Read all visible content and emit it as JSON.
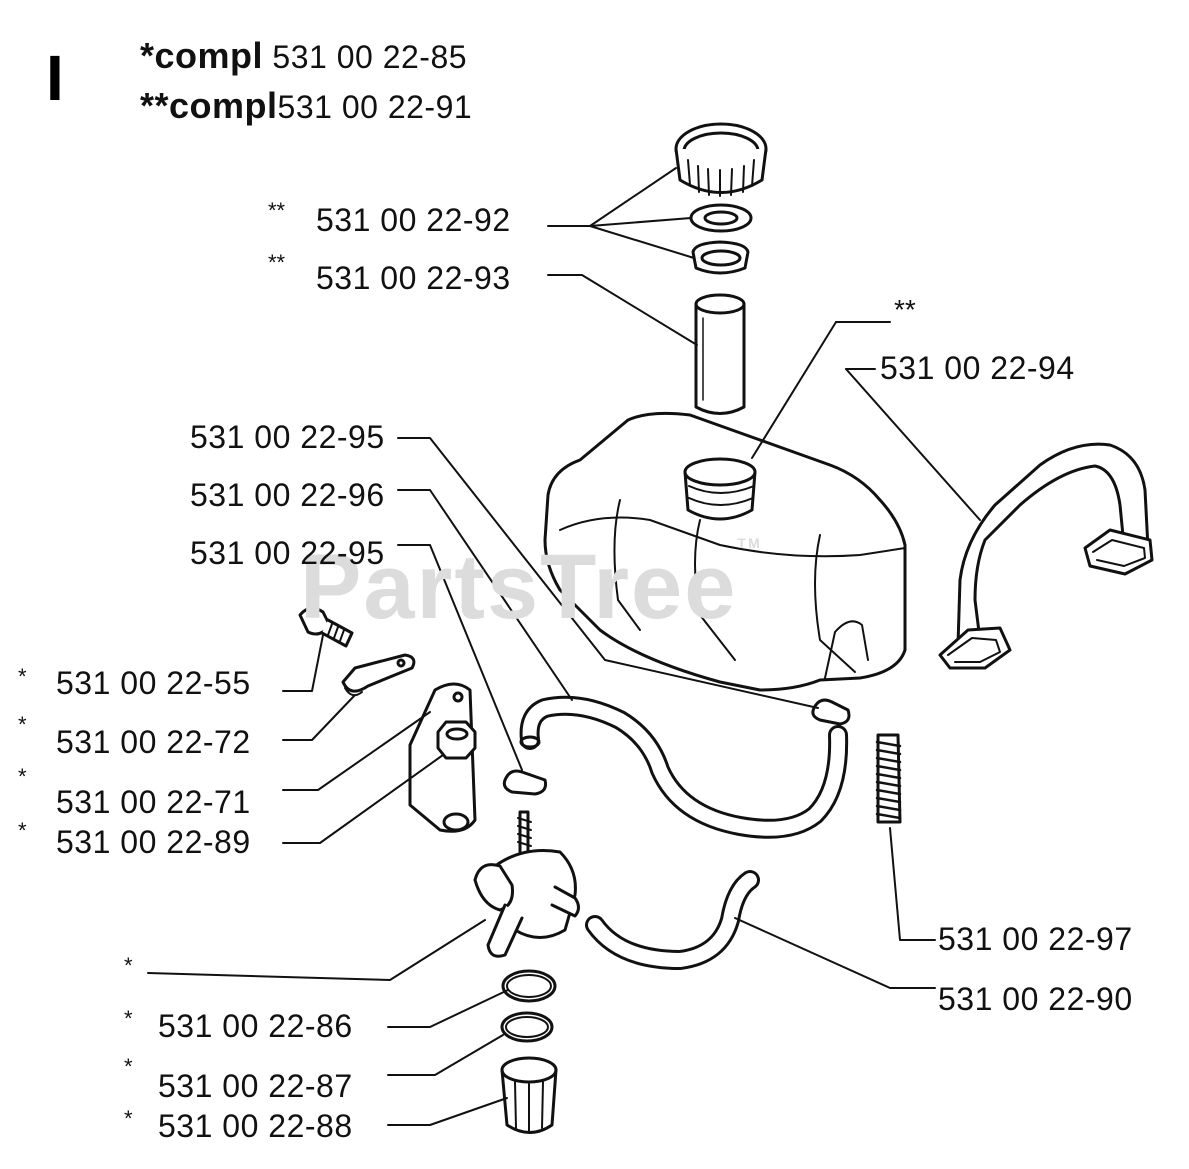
{
  "section": "I",
  "header": [
    {
      "key": "*compl",
      "number": "531 00 22-85"
    },
    {
      "key": "**compl",
      "number": "531 00 22-91"
    }
  ],
  "watermark": {
    "text": "PartsTree",
    "tm": "TM"
  },
  "labels": {
    "p92": {
      "star": "**",
      "number": "531 00 22-92"
    },
    "p93": {
      "star": "**",
      "number": "531 00 22-93"
    },
    "tank_mark": {
      "star": "**"
    },
    "p94": {
      "number": "531 00 22-94"
    },
    "p95a": {
      "number": "531 00 22-95"
    },
    "p96": {
      "number": "531 00 22-96"
    },
    "p95b": {
      "number": "531 00 22-95"
    },
    "p55": {
      "star": "*",
      "number": "531 00 22-55"
    },
    "p72": {
      "star": "*",
      "number": "531 00 22-72"
    },
    "p71": {
      "star": "*",
      "number": "531 00 22-71"
    },
    "p89": {
      "star": "*",
      "number": "531 00 22-89"
    },
    "valve": {
      "star": "*"
    },
    "p86": {
      "star": "*",
      "number": "531 00 22-86"
    },
    "p87": {
      "star": "*",
      "number": "531 00 22-87"
    },
    "p88": {
      "star": "*",
      "number": "531 00 22-88"
    },
    "p97": {
      "number": "531 00 22-97"
    },
    "p90": {
      "number": "531 00 22-90"
    }
  }
}
